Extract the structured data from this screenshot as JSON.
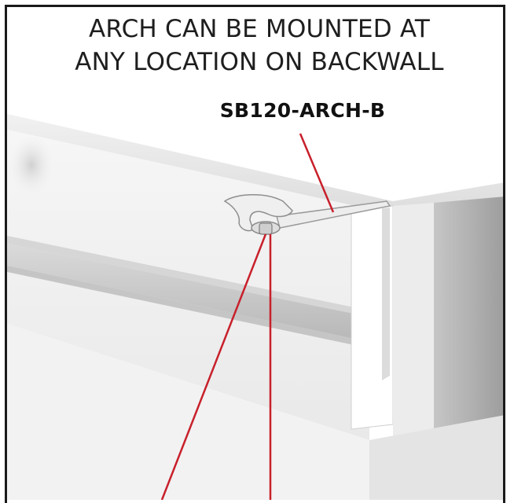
{
  "note": {
    "line1": "ARCH CAN BE MOUNTED AT",
    "line2": "ANY LOCATION ON BACKWALL"
  },
  "part_label": "SB120-ARCH-B",
  "colors": {
    "leader": "#c8202b",
    "frame": "#1a1a1a",
    "panel_light": "#f4f4f4",
    "panel_mid": "#d8d8d8",
    "panel_dark": "#a9a9a9"
  }
}
